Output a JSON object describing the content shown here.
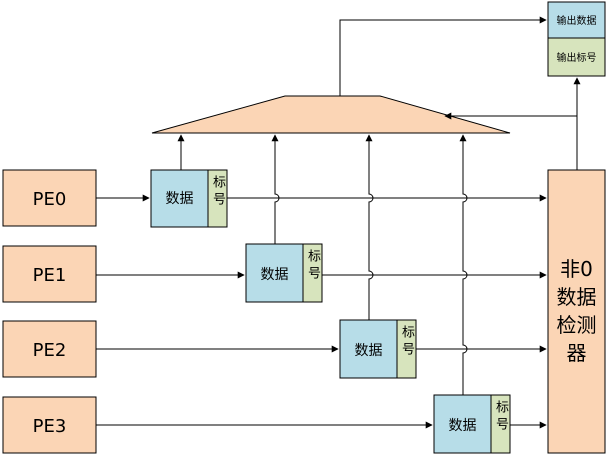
{
  "colors": {
    "pe_fill": "#fbd5b5",
    "data_fill": "#b7dde8",
    "tag_fill": "#d7e4bd",
    "mux_fill": "#fbd5b5",
    "detector_fill": "#fbd5b5",
    "stroke": "#000000"
  },
  "pes": [
    {
      "label": "PE0"
    },
    {
      "label": "PE1"
    },
    {
      "label": "PE2"
    },
    {
      "label": "PE3"
    }
  ],
  "packet": {
    "data_label": "数据",
    "tag_label": "标号"
  },
  "detector": {
    "lines": [
      "非0",
      "数据",
      "检测",
      "器"
    ]
  },
  "output": {
    "data_label": "输出数据",
    "tag_label": "输出标号"
  }
}
